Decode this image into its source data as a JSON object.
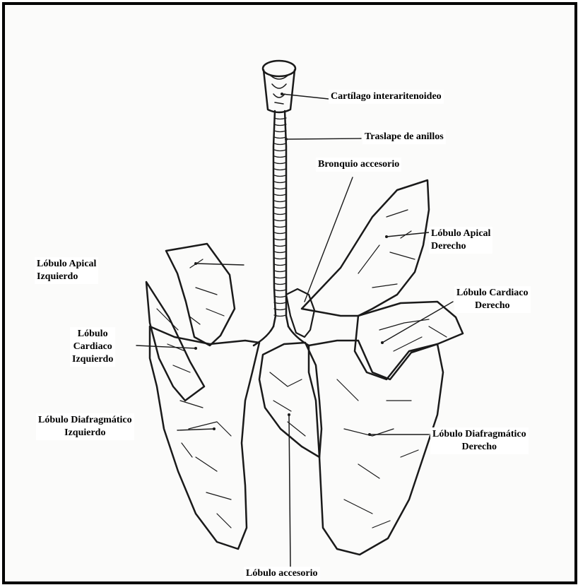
{
  "labels": {
    "cartilago": "Cartílago interaritenoideo",
    "traslape": "Traslape de anillos",
    "bronquio": "Bronquio accesorio",
    "apical_der_1": "Lóbulo Apical",
    "apical_der_2": "Derecho",
    "apical_izq_1": "Lóbulo Apical",
    "apical_izq_2": "Izquierdo",
    "cardiaco_der_1": "Lóbulo Cardiaco",
    "cardiaco_der_2": "Derecho",
    "cardiaco_izq_1": "Lóbulo",
    "cardiaco_izq_2": "Cardiaco",
    "cardiaco_izq_3": "Izquierdo",
    "diafrag_izq_1": "Lóbulo Diafragmático",
    "diafrag_izq_2": "Izquierdo",
    "diafrag_der_1": "Lóbulo Diafragmático",
    "diafrag_der_2": "Derecho",
    "accesorio": "Lóbulo accesorio"
  },
  "colors": {
    "border": "#000000",
    "ink": "#1a1a1a",
    "background": "#fbfbfa"
  }
}
